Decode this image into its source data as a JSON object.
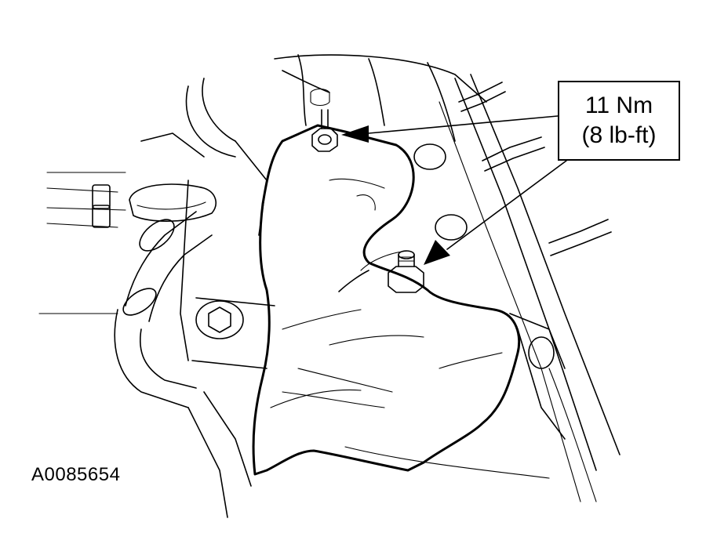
{
  "callout": {
    "torque_nm": "11 Nm",
    "torque_lbft": "(8 lb-ft)"
  },
  "figure_id": "A0085654"
}
